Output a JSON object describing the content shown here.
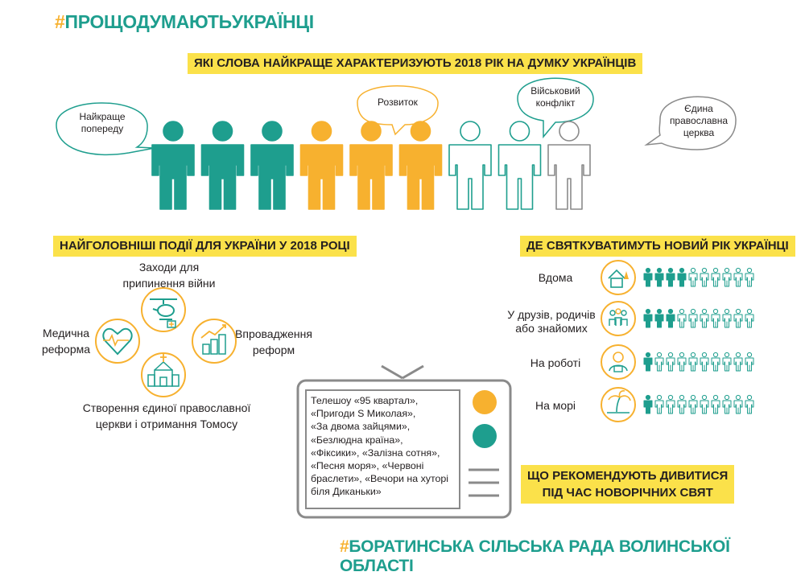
{
  "header": {
    "hashtag_symbol": "#",
    "hashtag_text": "ПРОЩОДУМАЮТЬУКРАЇНЦІ"
  },
  "words_section": {
    "title": "ЯКІ СЛОВА НАЙКРАЩЕ ХАРАКТЕРИЗУЮТЬ 2018 РІК НА ДУМКУ УКРАЇНЦІВ",
    "bubbles": [
      {
        "lines": [
          "Найкраще",
          "попереду"
        ]
      },
      {
        "lines": [
          "Розвиток"
        ]
      },
      {
        "lines": [
          "Військовий",
          "конфлікт"
        ]
      },
      {
        "lines": [
          "Єдина",
          "православна",
          "церква"
        ]
      }
    ],
    "people_colors": [
      "teal",
      "teal",
      "teal",
      "orange",
      "orange",
      "orange",
      "outline",
      "outline",
      "outline-gray"
    ]
  },
  "events_section": {
    "title": "НАЙГОЛОВНІШІ ПОДІЇ ДЛЯ УКРАЇНИ У 2018 РОЦІ",
    "events": [
      {
        "lines": [
          "Заходи для",
          "припинення війни"
        ],
        "icon": "helicopter-icon"
      },
      {
        "lines": [
          "Медична",
          "реформа"
        ],
        "icon": "heart-pulse-icon"
      },
      {
        "lines": [
          "Впровадження",
          "реформ"
        ],
        "icon": "growth-chart-icon"
      },
      {
        "lines": [
          "Створення єдиної  православної",
          "церкви і отримання Томосу"
        ],
        "icon": "church-icon"
      }
    ]
  },
  "newyear_section": {
    "title": "ДЕ СВЯТКУВАТИМУТЬ НОВИЙ РІК УКРАЇНЦІ",
    "places": [
      {
        "lines": [
          "Вдома"
        ],
        "icon": "house-icon",
        "filled_of_10": 4
      },
      {
        "lines": [
          "У друзів, родичів",
          "або знайомих"
        ],
        "icon": "group-icon",
        "filled_of_10": 3
      },
      {
        "lines": [
          "На роботі"
        ],
        "icon": "worker-icon",
        "filled_of_10": 1
      },
      {
        "lines": [
          "На морі"
        ],
        "icon": "palm-icon",
        "filled_of_10": 1
      }
    ]
  },
  "tv_section": {
    "shows_lines": [
      "Телешоу «95 квартал»,",
      " «Пригоди S Миколая»,",
      "«За двома зайцями»,",
      "«Безлюдна країна»,",
      "«Фіксики», «Залізна сотня»,",
      "«Песня моря», «Червоні",
      "браслети», «Вечори на хуторі",
      "біля Диканьки»"
    ],
    "recommend_title_lines": [
      "ЩО РЕКОМЕНДУЮТЬ ДИВИТИСЯ",
      "ПІД ЧАС НОВОРІЧНИХ СВЯТ"
    ]
  },
  "footer": {
    "hashtag_symbol": "#",
    "hashtag_text": "БОРАТИНСЬКА СІЛЬСЬКА РАДА ВОЛИНСЬКОЇ ОБЛАСТІ"
  },
  "colors": {
    "teal": "#1e9e8e",
    "orange": "#f7b12f",
    "yellow": "#fbe14a",
    "gray": "#8a8a8a"
  }
}
